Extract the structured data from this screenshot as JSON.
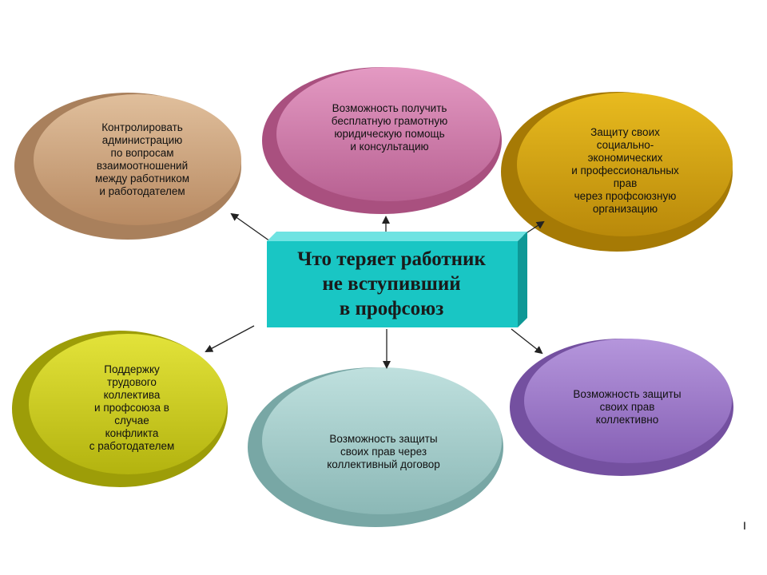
{
  "center": {
    "text": "Что теряет работник\nне вступивший\nв профсоюз"
  },
  "nodes": {
    "top_left": "Контролировать\nадминистрацию\nпо вопросам\nвзаимоотношений\nмежду работником\nи работодателем",
    "top_center": "Возможность получить\nбесплатную грамотную\nюридическую помощь\nи консультацию",
    "top_right": "Защиту своих\nсоциально-\nэкономических\nи профессиональных\nправ\nчерез профсоюзную\nорганизацию",
    "bottom_left": "Поддержку\nтрудового\nколлектива\nи профсоюза в\nслучае\nконфликта\nс работодателем",
    "bottom_center": "Возможность защиты\nсвоих прав через\nколлективный договор",
    "bottom_right": "Возможность защиты\nсвоих прав\nколлективно"
  },
  "colors": {
    "top_left": "#c9a27e",
    "top_center": "#cc7aa8",
    "top_right": "#d4a20f",
    "bottom_left": "#cccc1a",
    "bottom_center": "#9fc9c7",
    "bottom_right": "#9b74c8",
    "center_box": "#19c6c4"
  },
  "corner_mark": "I"
}
